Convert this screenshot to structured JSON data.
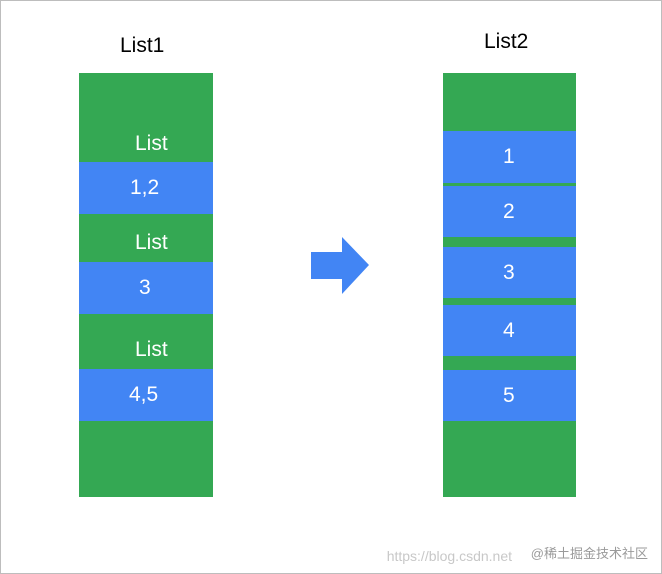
{
  "colors": {
    "green": "#34a853",
    "blue": "#4285f4",
    "arrow": "#4285f4"
  },
  "list1": {
    "title": "List1",
    "labels": [
      "List",
      "List",
      "List"
    ],
    "blocks": [
      "1,2",
      "3",
      "4,5"
    ]
  },
  "list2": {
    "title": "List2",
    "blocks": [
      "1",
      "2",
      "3",
      "4",
      "5"
    ]
  },
  "arrow_icon": "right-arrow-icon",
  "watermark": "@稀土掘金技术社区",
  "url_watermark": "https://blog.csdn.net"
}
